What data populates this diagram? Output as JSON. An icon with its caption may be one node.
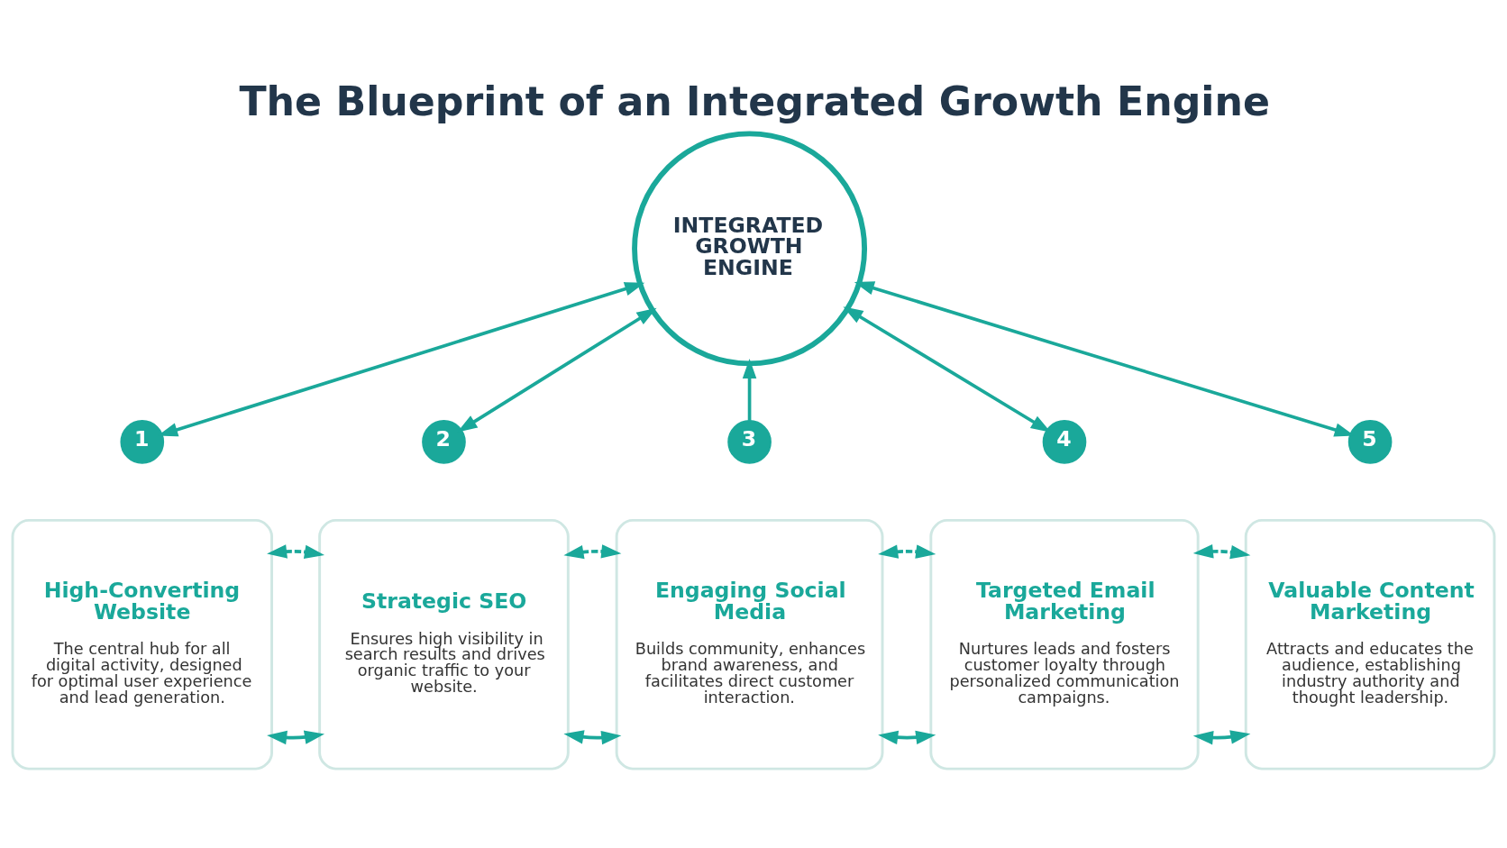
{
  "diagram": {
    "title": "The Blueprint of an Integrated Growth Engine",
    "nodes": [
      {
        "text": [
          "INTEGRATED GROWTH ENGINE"
        ]
      },
      {
        "text": [
          "1"
        ]
      },
      {
        "text": [
          "High-Converting Website",
          "The central hub for all digital activity, designed for optimal user experience and lead generation."
        ]
      },
      {
        "text": [
          "2"
        ]
      },
      {
        "text": [
          "Strategic SEO",
          "Ensures high visibility in search results and drives organic traffic to your website."
        ]
      },
      {
        "text": [
          "3"
        ]
      },
      {
        "text": [
          "Engaging Social Media",
          "Builds community, enhances brand awareness, and facilitates direct customer interaction."
        ]
      },
      {
        "text": [
          "4"
        ]
      },
      {
        "text": [
          "Targeted Email Marketing",
          "Nurtures leads and fosters customer loyalty through personalized communication campaigns."
        ]
      },
      {
        "text": [
          "5"
        ]
      },
      {
        "text": [
          "Valuable Content Marketing",
          "Attracts and educates the audience, establishing industry authority and thought leadership."
        ]
      }
    ],
    "edges": [
      {
        "from": 0,
        "to": 1,
        "arrow": "both"
      },
      {
        "from": 0,
        "to": 3,
        "arrow": "both"
      },
      {
        "from": 5,
        "to": 0,
        "arrow": "to"
      },
      {
        "from": 0,
        "to": 7,
        "arrow": "both"
      },
      {
        "from": 0,
        "to": 9,
        "arrow": "both"
      },
      {
        "from": 2,
        "to": 4,
        "arrow": "both"
      },
      {
        "from": 4,
        "to": 6,
        "arrow": "both"
      },
      {
        "from": 6,
        "to": 8,
        "arrow": "both"
      },
      {
        "from": 8,
        "to": 10,
        "arrow": "both"
      },
      {
        "from": 2,
        "to": 4,
        "arrow": "both",
        "style": "dashed"
      },
      {
        "from": 4,
        "to": 6,
        "arrow": "both",
        "style": "dashed"
      },
      {
        "from": 6,
        "to": 8,
        "arrow": "both",
        "style": "dashed"
      },
      {
        "from": 8,
        "to": 10,
        "arrow": "both",
        "style": "dashed"
      }
    ]
  }
}
